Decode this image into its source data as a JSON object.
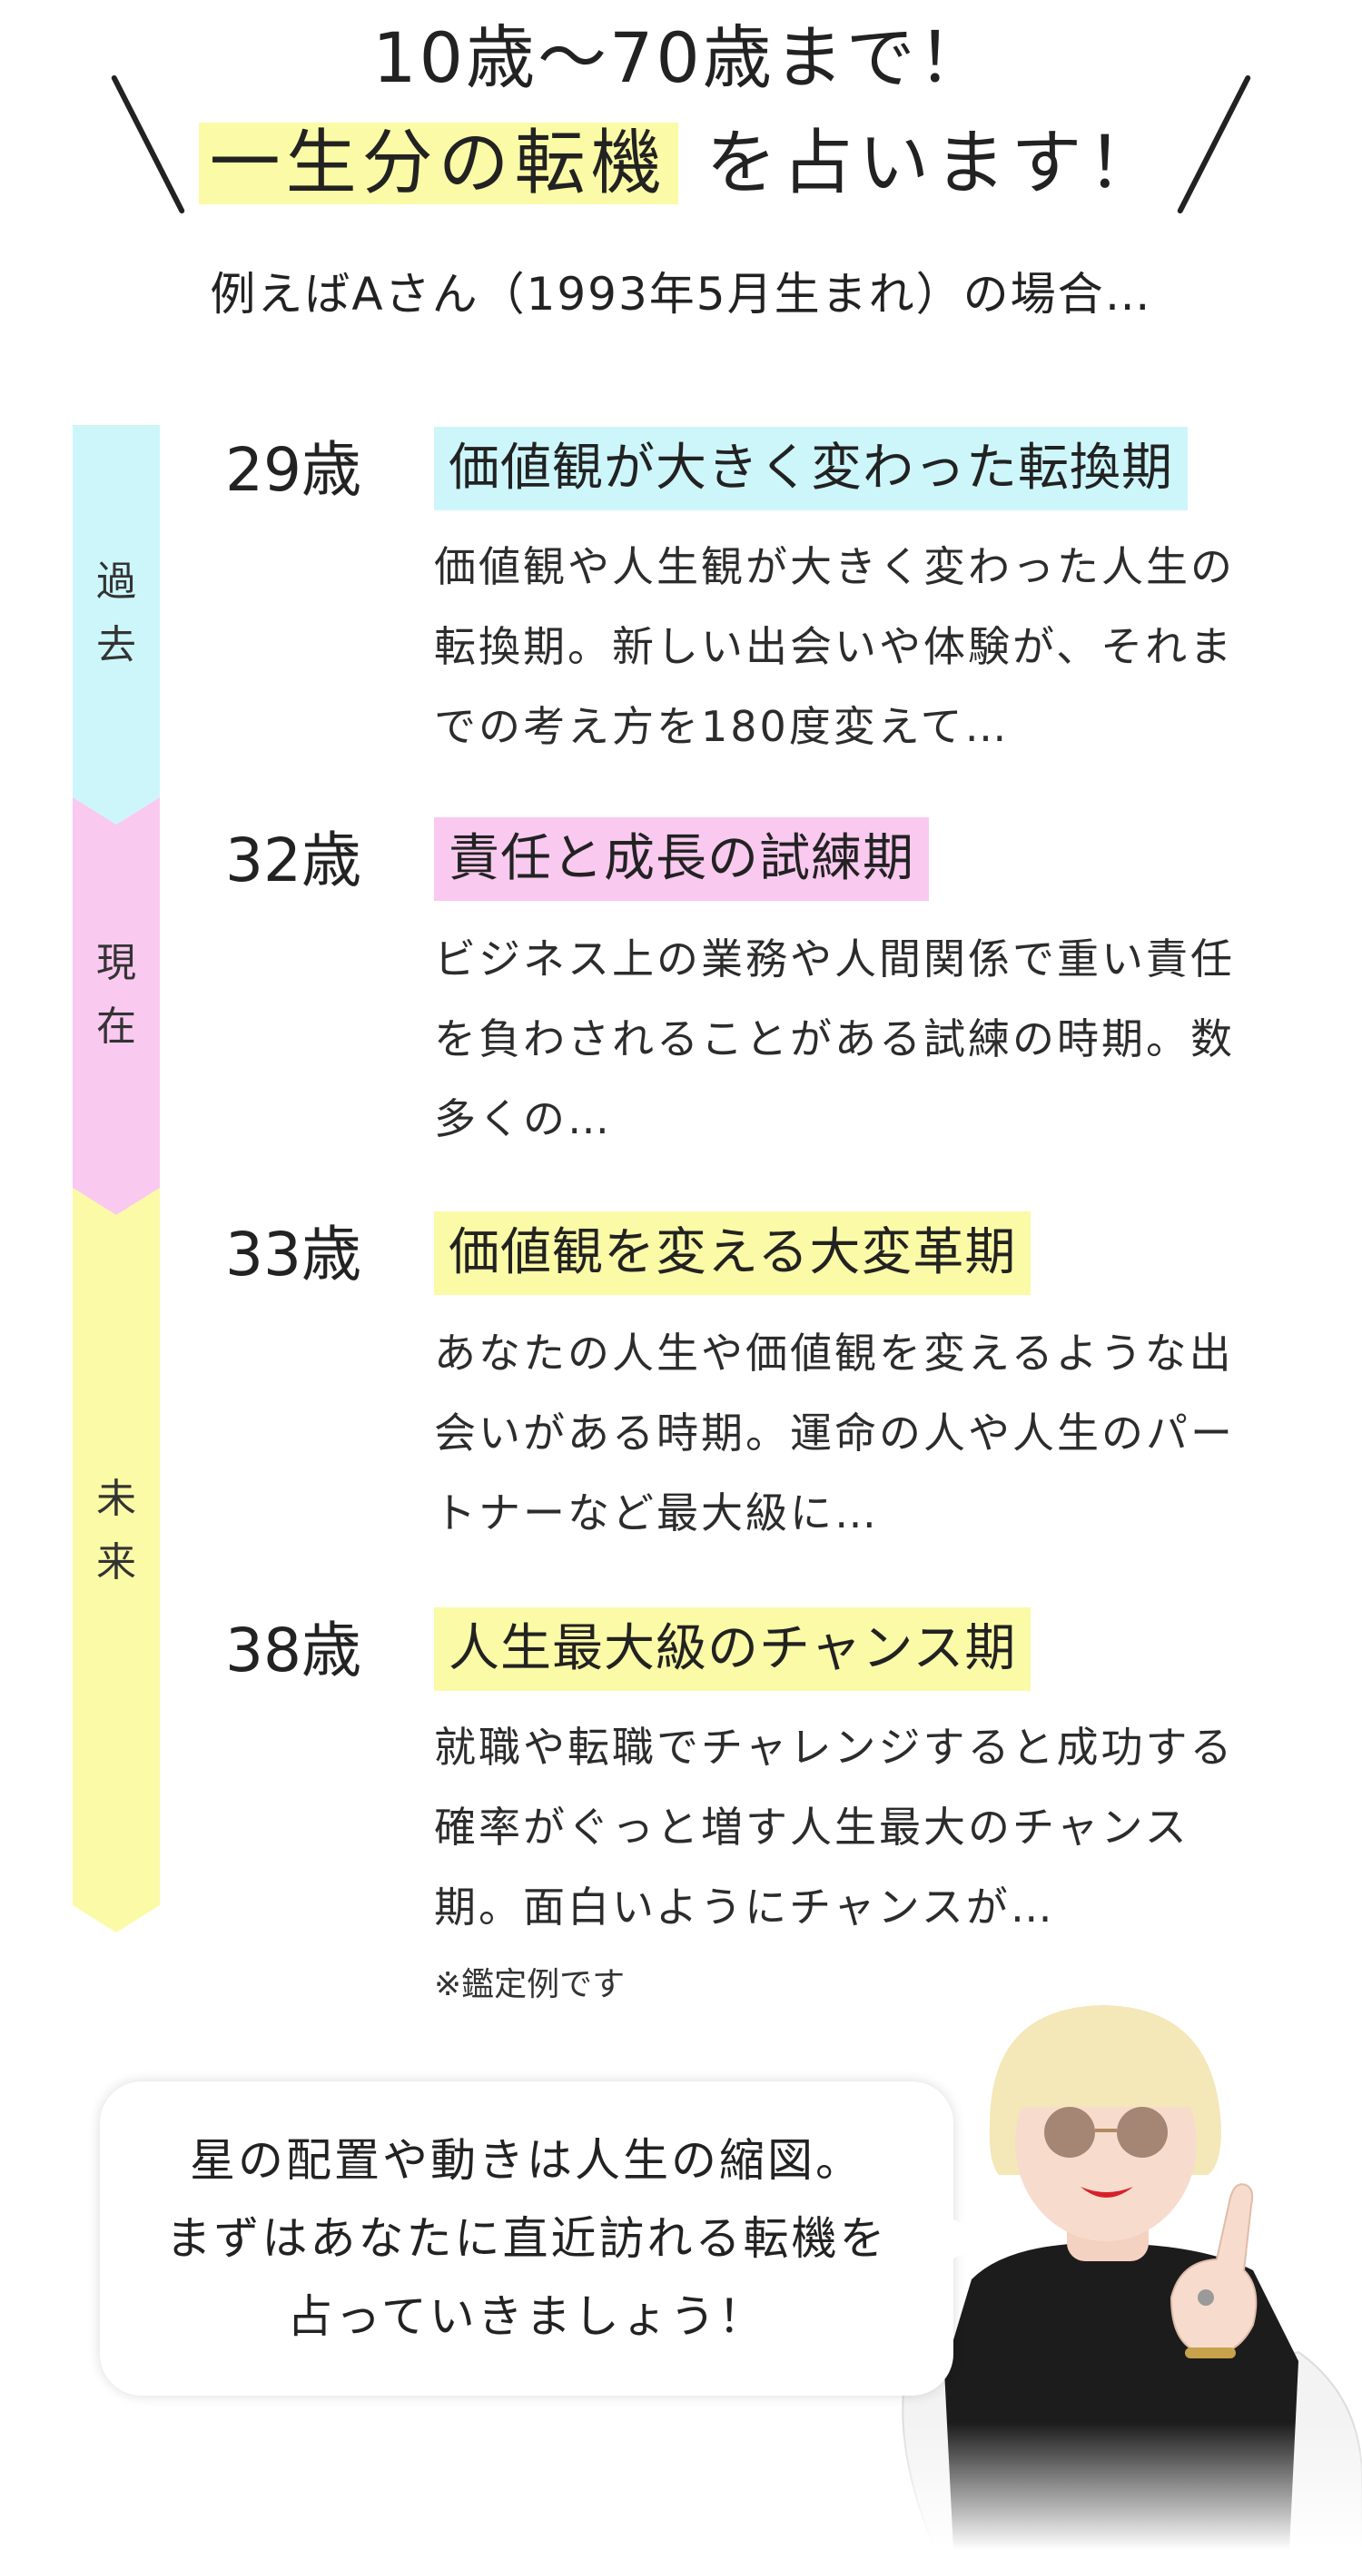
{
  "header": {
    "line1": "10歳〜70歳まで！",
    "highlight": "一生分の転機",
    "line2_rest": "を占います！",
    "example": "例えばAさん（1993年5月生まれ）の場合…"
  },
  "timeline": {
    "segments": [
      {
        "label_top": "過",
        "label_bottom": "去",
        "color": "#cdf6fb"
      },
      {
        "label_top": "現",
        "label_bottom": "在",
        "color": "#f9c9ef"
      },
      {
        "label_top": "未",
        "label_bottom": "来",
        "color": "#fbfaa6"
      }
    ]
  },
  "entries": [
    {
      "age": "29歳",
      "title": "価値観が大きく変わった転換期",
      "color": "#cdf6fb",
      "lines": [
        "価値観や人生観が大きく変わった人生の",
        "転換期。新しい出会いや体験が、それま",
        "での考え方を180度変えて…"
      ]
    },
    {
      "age": "32歳",
      "title": "責任と成長の試練期",
      "color": "#f9c9ef",
      "lines": [
        "ビジネス上の業務や人間関係で重い責任",
        "を負わされることがある試練の時期。数",
        "多くの…"
      ]
    },
    {
      "age": "33歳",
      "title": "価値観を変える大変革期",
      "color": "#fbfaa6",
      "lines": [
        "あなたの人生や価値観を変えるような出",
        "会いがある時期。運命の人や人生のパー",
        "トナーなど最大級に…"
      ]
    },
    {
      "age": "38歳",
      "title": "人生最大級のチャンス期",
      "color": "#fbfaa6",
      "lines": [
        "就職や転職でチャレンジすると成功する",
        "確率がぐっと増す人生最大のチャンス",
        "期。面白いようにチャンスが…"
      ]
    }
  ],
  "note": "※鑑定例です",
  "bubble": {
    "lines": [
      "星の配置や動きは人生の縮図。",
      "まずはあなたに直近訪れる転機を",
      "占っていきましょう！"
    ]
  }
}
